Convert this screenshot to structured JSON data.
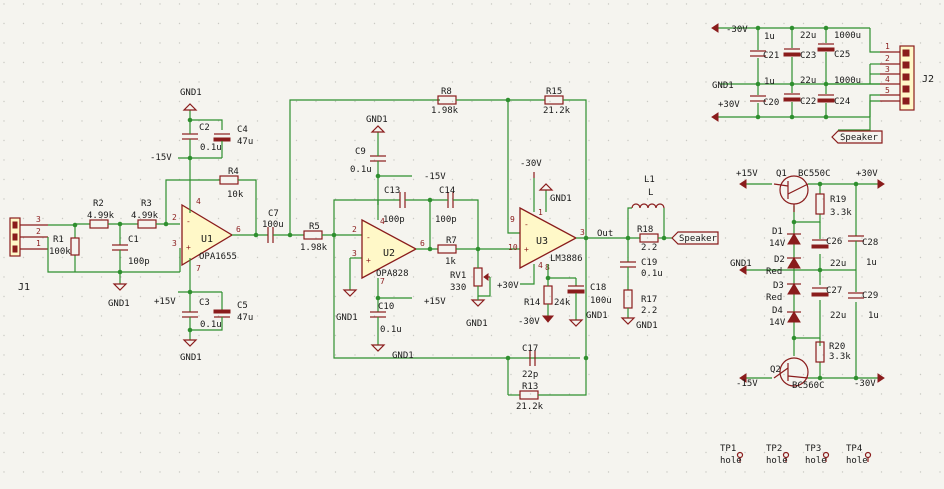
{
  "components": {
    "R1": {
      "ref": "R1",
      "value": "100k"
    },
    "R2": {
      "ref": "R2",
      "value": "4.99k"
    },
    "R3": {
      "ref": "R3",
      "value": "4.99k"
    },
    "R4": {
      "ref": "R4",
      "value": "10k"
    },
    "R5": {
      "ref": "R5",
      "value": "1.98k"
    },
    "R7": {
      "ref": "R7",
      "value": "1k"
    },
    "R8": {
      "ref": "R8",
      "value": "1.98k"
    },
    "R13": {
      "ref": "R13",
      "value": "21.2k"
    },
    "R14": {
      "ref": "R14",
      "value": "24k"
    },
    "R15": {
      "ref": "R15",
      "value": "21.2k"
    },
    "R17": {
      "ref": "R17",
      "value": "2.2"
    },
    "R18": {
      "ref": "R18",
      "value": "2.2"
    },
    "R19": {
      "ref": "R19",
      "value": "3.3k"
    },
    "R20": {
      "ref": "R20",
      "value": "3.3k"
    },
    "RV1": {
      "ref": "RV1",
      "value": "330"
    },
    "C1": {
      "ref": "C1",
      "value": "100p"
    },
    "C2": {
      "ref": "C2",
      "value": "0.1u"
    },
    "C3": {
      "ref": "C3",
      "value": "0.1u"
    },
    "C4": {
      "ref": "C4",
      "value": "47u"
    },
    "C5": {
      "ref": "C5",
      "value": "47u"
    },
    "C7": {
      "ref": "C7",
      "value": "100u"
    },
    "C9": {
      "ref": "C9",
      "value": "0.1u"
    },
    "C10": {
      "ref": "C10",
      "value": "0.1u"
    },
    "C13": {
      "ref": "C13",
      "value": "100p"
    },
    "C14": {
      "ref": "C14",
      "value": "100p"
    },
    "C17": {
      "ref": "C17",
      "value": "22p"
    },
    "C18": {
      "ref": "C18",
      "value": "100u"
    },
    "C19": {
      "ref": "C19",
      "value": "0.1u"
    },
    "C20": {
      "ref": "C20",
      "value": "1u"
    },
    "C21": {
      "ref": "C21",
      "value": "1u"
    },
    "C22": {
      "ref": "C22",
      "value": "22u"
    },
    "C23": {
      "ref": "C23",
      "value": "22u"
    },
    "C24": {
      "ref": "C24",
      "value": "1000u"
    },
    "C25": {
      "ref": "C25",
      "value": "1000u"
    },
    "C26": {
      "ref": "C26",
      "value": "22u"
    },
    "C27": {
      "ref": "C27",
      "value": "22u"
    },
    "C28": {
      "ref": "C28",
      "value": "1u"
    },
    "C29": {
      "ref": "C29",
      "value": "1u"
    },
    "L1": {
      "ref": "L1",
      "value": "L"
    },
    "U1": {
      "ref": "U1",
      "value": "OPA1655"
    },
    "U2": {
      "ref": "U2",
      "value": "OPA828"
    },
    "U3": {
      "ref": "U3",
      "value": "LM3886"
    },
    "Q1": {
      "ref": "Q1",
      "value": "BC550C"
    },
    "Q2": {
      "ref": "Q2",
      "value": "BC560C"
    },
    "D1": {
      "ref": "D1",
      "value": "14V"
    },
    "D2": {
      "ref": "D2",
      "value": "Red"
    },
    "D3": {
      "ref": "D3",
      "value": "Red"
    },
    "D4": {
      "ref": "D4",
      "value": "14V"
    },
    "J1": {
      "ref": "J1"
    },
    "J2": {
      "ref": "J2"
    },
    "TP1": {
      "ref": "TP1",
      "value": "hole"
    },
    "TP2": {
      "ref": "TP2",
      "value": "hole"
    },
    "TP3": {
      "ref": "TP3",
      "value": "hole"
    },
    "TP4": {
      "ref": "TP4",
      "value": "hole"
    }
  },
  "nets": {
    "gnd": "GND1",
    "vpos": "+15V",
    "vneg": "-15V",
    "vpos30": "+30V",
    "vneg30": "-30V",
    "out": "Out",
    "speaker": "Speaker"
  },
  "pins": {
    "p1": "1",
    "p2": "2",
    "p3": "3",
    "p4": "4",
    "p5": "5",
    "p6": "6",
    "p7": "7",
    "p8": "8",
    "p9": "9",
    "p10": "10",
    "minus": "-",
    "plus": "+"
  }
}
